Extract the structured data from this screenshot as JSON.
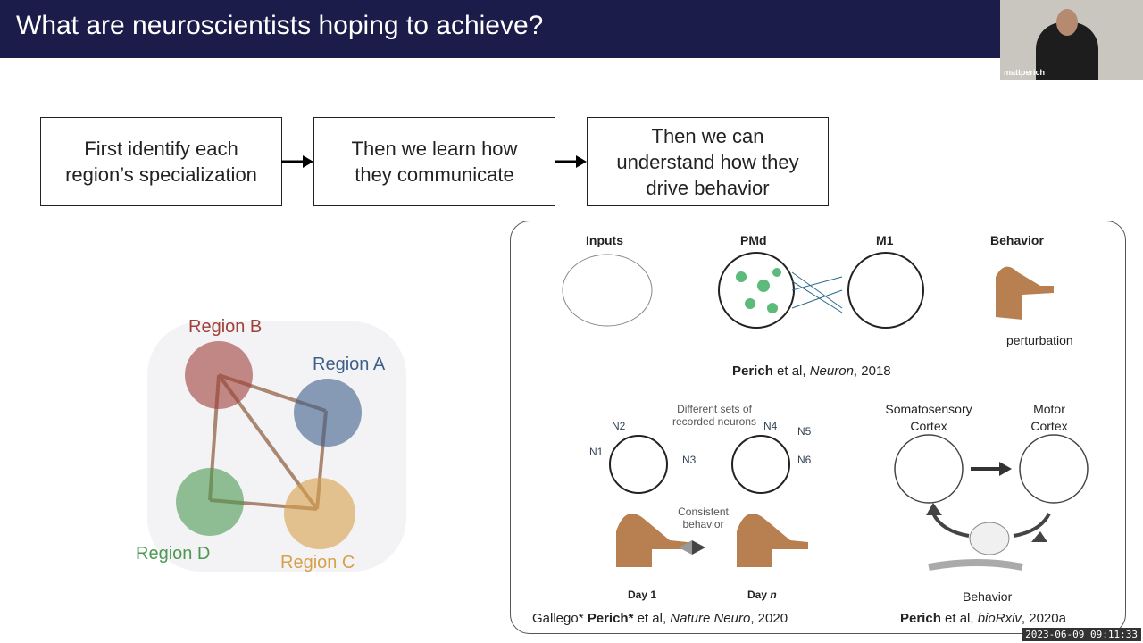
{
  "slide": {
    "title": "What are neuroscientists hoping to achieve?"
  },
  "webcam": {
    "name": "mattperich"
  },
  "flow": [
    {
      "line1": "First identify each",
      "line2": "region’s specialization"
    },
    {
      "line1": "Then we learn how",
      "line2": "they communicate"
    },
    {
      "line1": "Then we can",
      "line2": "understand how they",
      "line3": "drive behavior"
    }
  ],
  "network": {
    "regions": [
      "Region B",
      "Region A",
      "Region D",
      "Region C"
    ],
    "colors": [
      "#a0403a",
      "#3e5f8a",
      "#4c9a52",
      "#d9a04a"
    ]
  },
  "panel_top": {
    "labels": [
      "Inputs",
      "PMd",
      "M1",
      "Behavior"
    ],
    "perturbation": "perturbation",
    "cite_author": "Perich",
    "cite_rest": " et al, ",
    "cite_journal": "Neuron",
    "cite_year": ", 2018"
  },
  "panel_left": {
    "caption": "Different sets of recorded neurons",
    "neurons": [
      "N1",
      "N2",
      "N3",
      "N4",
      "N5",
      "N6"
    ],
    "consistent": "Consistent behavior",
    "day1": "Day 1",
    "dayn_prefix": "Day ",
    "dayn_var": "n",
    "cite_a": "Gallego* ",
    "cite_b": "Perich*",
    "cite_c": " et al, ",
    "cite_j": "Nature Neuro",
    "cite_y": ", 2020"
  },
  "panel_right": {
    "somato": "Somatosensory Cortex",
    "motor": "Motor Cortex",
    "behavior": "Behavior",
    "cite_b": "Perich",
    "cite_c": " et al, ",
    "cite_j": "bioRxiv",
    "cite_y": ", 2020a"
  },
  "timestamp": "2023-06-09 09:11:33"
}
